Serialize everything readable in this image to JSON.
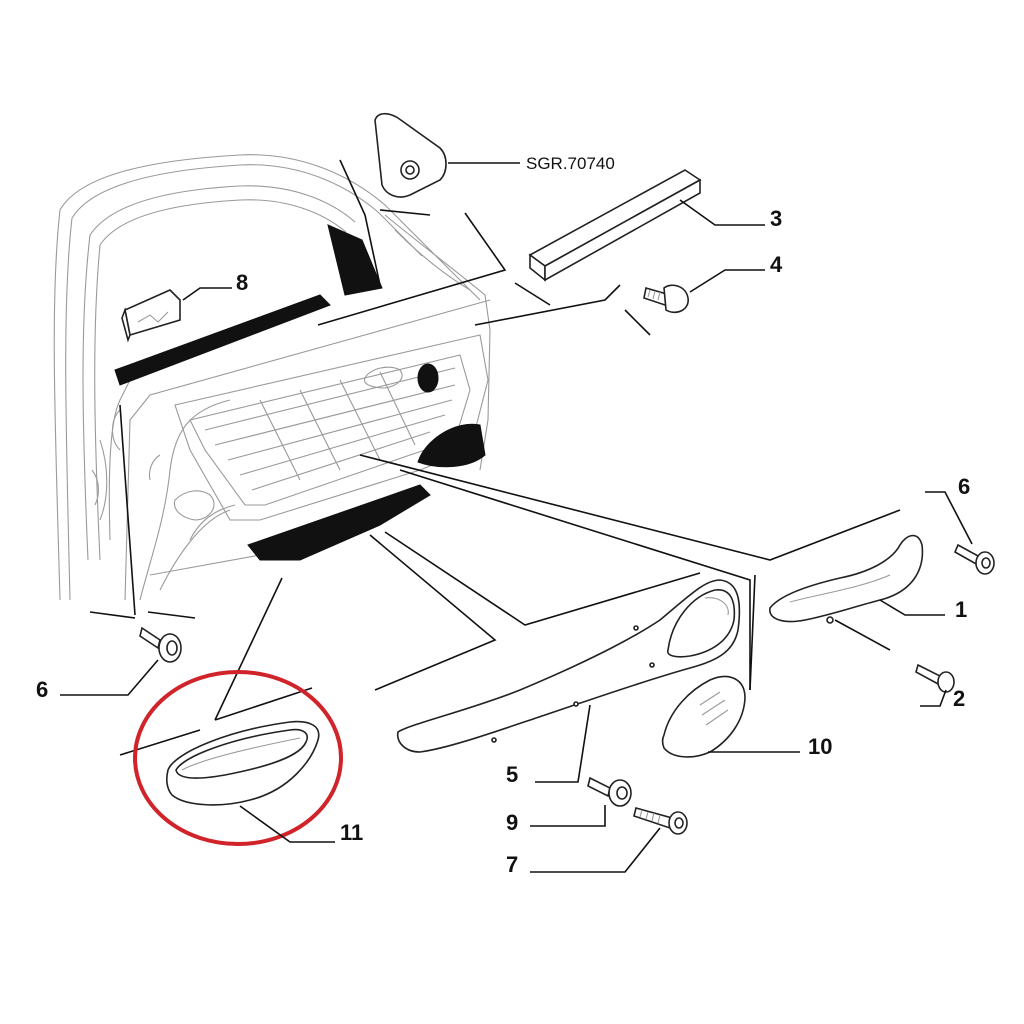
{
  "diagram": {
    "reference_code": "SGR.70740",
    "callouts": {
      "handle_bar": "1",
      "screw_handle": "2",
      "trim_strip": "3",
      "bolt_upper": "4",
      "armrest_panel": "5",
      "screw_right": "6",
      "screw_left": "6",
      "screw_bottom": "7",
      "clip_window": "8",
      "clip_bottom": "9",
      "pull_cup": "10",
      "door_pocket": "11"
    },
    "highlight_color": "#d0232a",
    "line_color": "#111111"
  }
}
